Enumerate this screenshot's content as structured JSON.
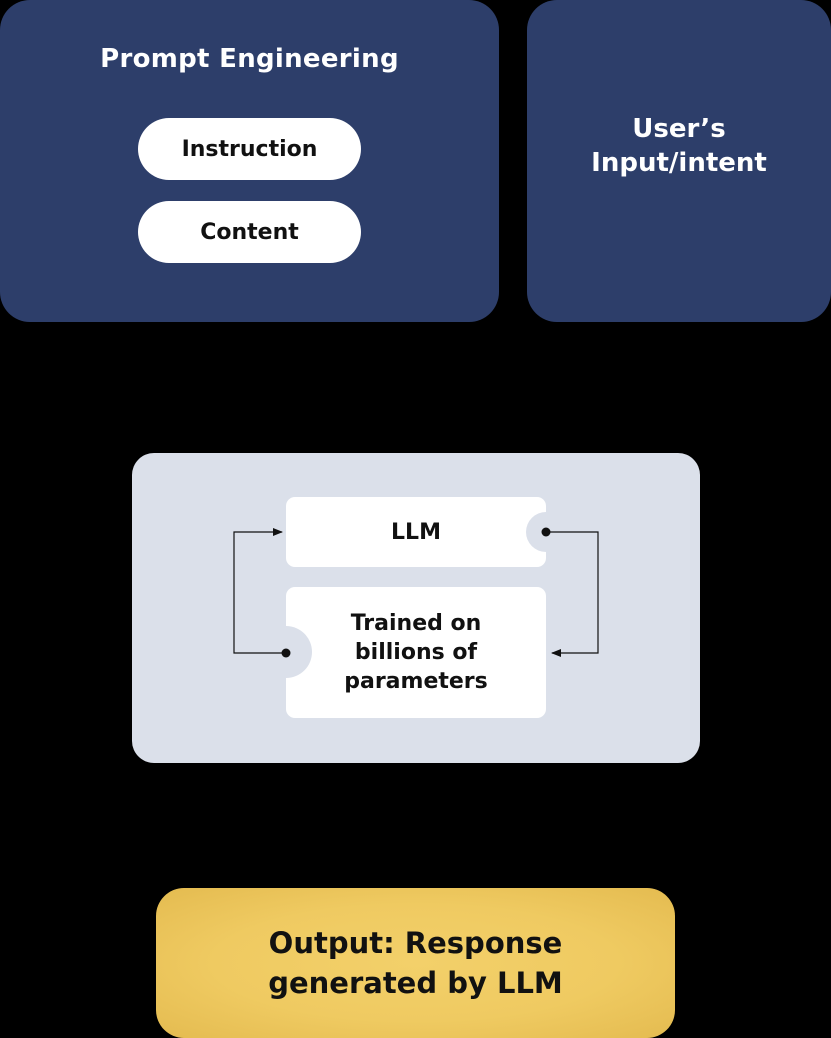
{
  "prompt_engineering": {
    "title": "Prompt Engineering",
    "items": [
      "Instruction",
      "Content"
    ]
  },
  "user_input": {
    "line1": "User’s",
    "line2": "Input/intent"
  },
  "llm": {
    "label": "LLM",
    "trained_line1": "Trained on",
    "trained_line2": "billions of",
    "trained_line3": "parameters"
  },
  "output": {
    "line1": "Output: Response",
    "line2": "generated by LLM"
  },
  "colors": {
    "background": "#000000",
    "panel_navy": "#2d3e6a",
    "llm_panel": "#dbe0ea",
    "output_gold": "#efca61",
    "white": "#ffffff"
  }
}
